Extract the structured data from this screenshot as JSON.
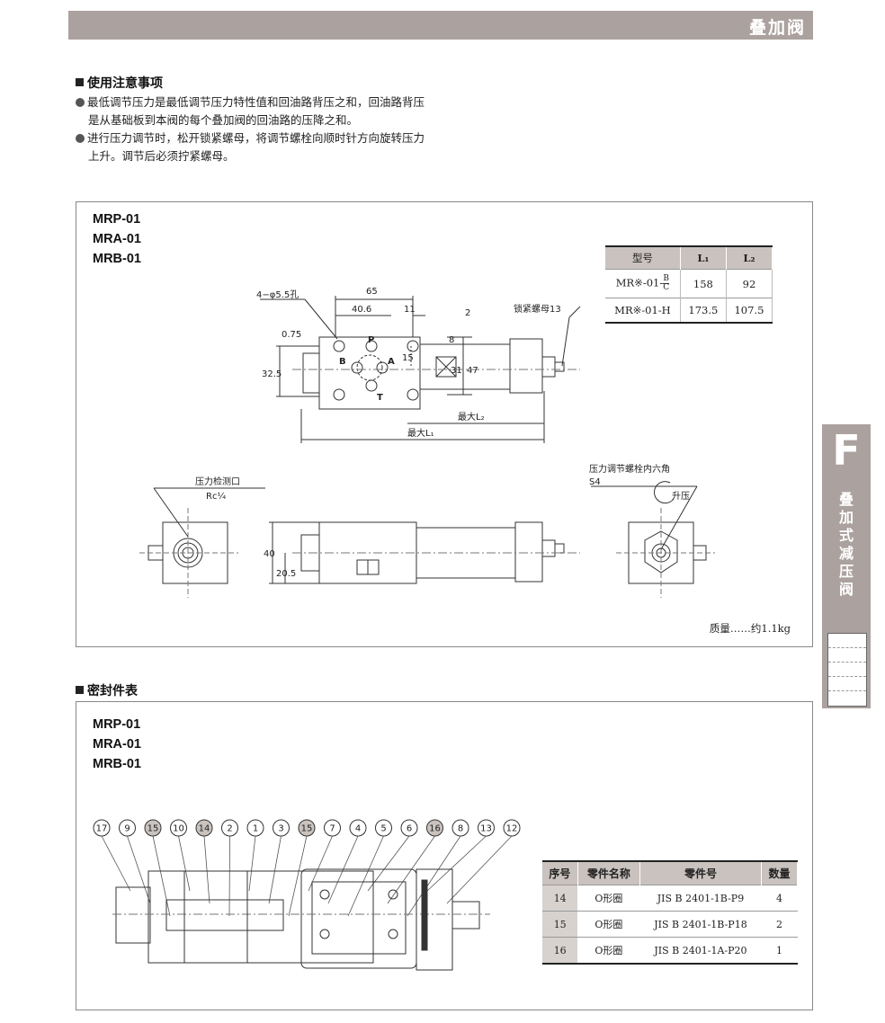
{
  "header": {
    "title": "叠加阀"
  },
  "notes": {
    "heading": "使用注意事项",
    "items": [
      {
        "line1": "最低调节压力是最低调节压力特性值和回油路背压之和，回油路背压",
        "line2": "是从基础板到本阀的每个叠加阀的回油路的压降之和。"
      },
      {
        "line1": "进行压力调节时，松开锁紧螺母，将调节螺栓向顺时针方向旋转压力",
        "line2": "上升。调节后必须拧紧螺母。"
      }
    ]
  },
  "dimension_section": {
    "models": [
      "MRP-01",
      "MRA-01",
      "MRB-01"
    ],
    "table": {
      "headers": [
        "型号",
        "L₁",
        "L₂"
      ],
      "rows": [
        {
          "model": "MR※-01-",
          "suffix_top": "B",
          "suffix_bottom": "C",
          "l1": "158",
          "l2": "92"
        },
        {
          "model": "MR※-01-H",
          "l1": "173.5",
          "l2": "107.5"
        }
      ]
    },
    "drawing": {
      "hole_label": "4−φ5.5孔",
      "dim_65": "65",
      "dim_40_5": "40.6",
      "dim_11": "11",
      "dim_2": "2",
      "dim_0_75": "0.75",
      "dim_32_5": "32.5",
      "dim_15": "15",
      "dim_8": "8",
      "dim_31": "31",
      "dim_47": "47",
      "locknut_label": "锁紧螺母13",
      "max_l2": "最大L₂",
      "max_l1": "最大L₁",
      "port_p": "P",
      "port_a": "A",
      "port_b": "B",
      "port_t": "T",
      "gauge_port_label": "压力检测口",
      "gauge_port_thread": "Rc¼",
      "dim_40": "40",
      "dim_20_5": "20.5",
      "adjust_label": "压力调节螺栓内六角",
      "adjust_size": "S4",
      "rise_label": "升压"
    },
    "mass": "质量……约1.1kg"
  },
  "seal_section": {
    "heading": "密封件表",
    "models": [
      "MRP-01",
      "MRA-01",
      "MRB-01"
    ],
    "callouts": [
      "17",
      "9",
      "15",
      "10",
      "14",
      "2",
      "1",
      "3",
      "15",
      "7",
      "4",
      "5",
      "6",
      "16",
      "8",
      "13",
      "12"
    ],
    "highlighted": [
      "15",
      "14",
      "15",
      "16"
    ],
    "table": {
      "headers": [
        "序号",
        "零件名称",
        "零件号",
        "数量"
      ],
      "rows": [
        {
          "no": "14",
          "name": "O形圈",
          "part": "JIS B 2401-1B-P9",
          "qty": "4"
        },
        {
          "no": "15",
          "name": "O形圈",
          "part": "JIS B 2401-1B-P18",
          "qty": "2"
        },
        {
          "no": "16",
          "name": "O形圈",
          "part": "JIS B 2401-1A-P20",
          "qty": "1"
        }
      ]
    }
  },
  "side_tab": {
    "letter": "F",
    "text": [
      "叠",
      "加",
      "式",
      "减",
      "压",
      "阀"
    ]
  }
}
